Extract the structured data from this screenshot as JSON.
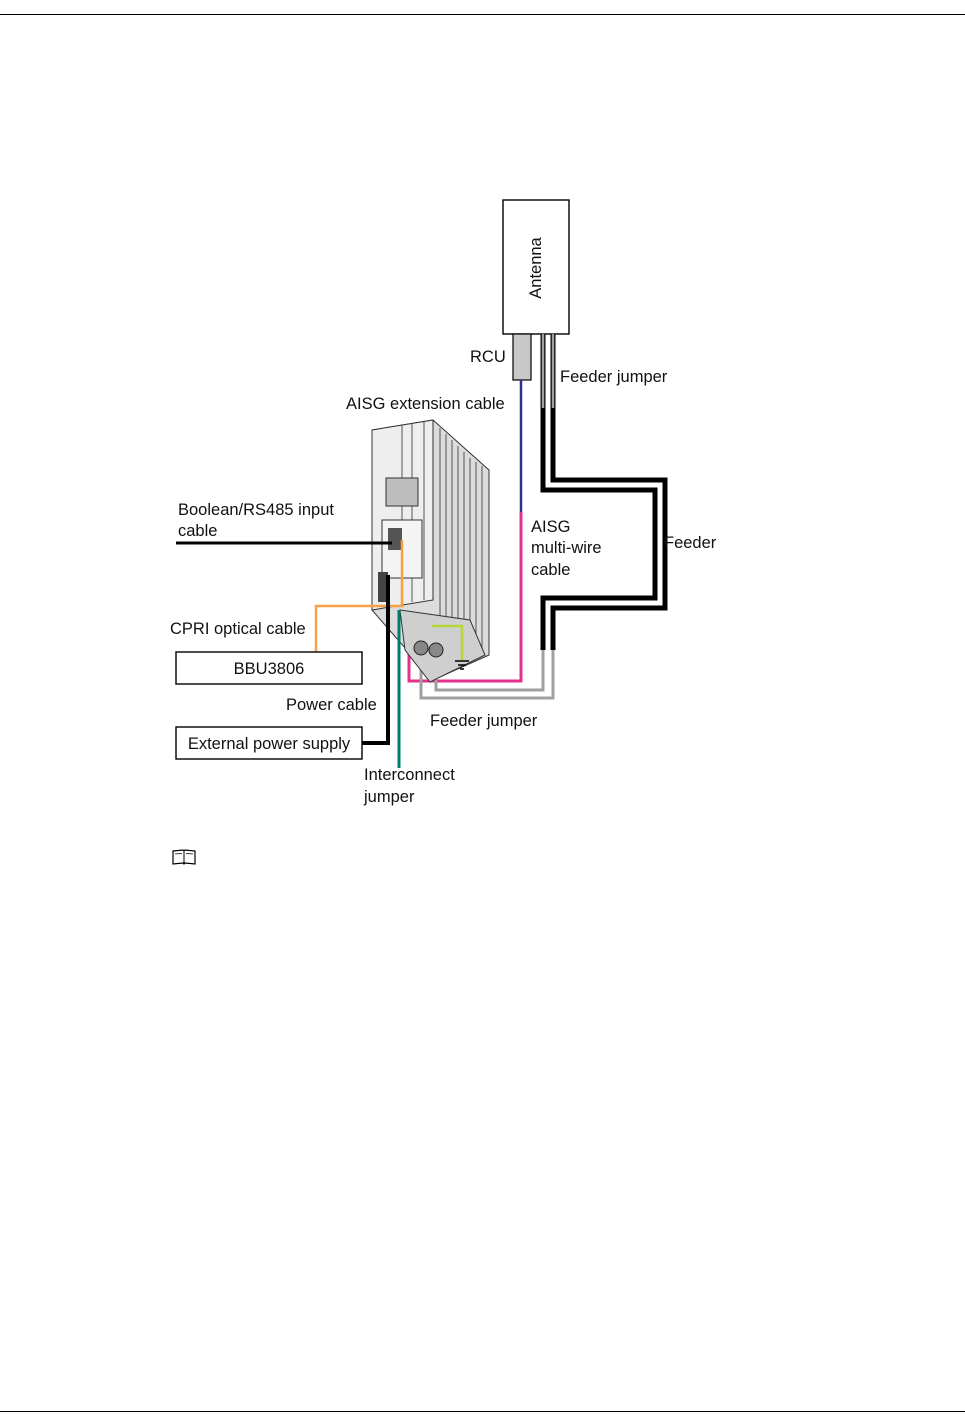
{
  "labels": {
    "antenna": "Antenna",
    "rcu": "RCU",
    "feeder_jumper_top": "Feeder jumper",
    "aisg_extension_cable": "AISG extension cable",
    "boolean_line1": "Boolean/RS485 input",
    "boolean_line2": "cable",
    "aisg_multi_1": "AISG",
    "aisg_multi_2": "multi-wire",
    "aisg_multi_3": "cable",
    "feeder": "Feeder",
    "cpri": "CPRI optical cable",
    "bbu": "BBU3806",
    "power_cable": "Power cable",
    "feeder_jumper_bottom": "Feeder jumper",
    "external_power": "External power supply",
    "interconnect_1": "Interconnect",
    "interconnect_2": "jumper"
  },
  "icons": {
    "note": "book-icon"
  },
  "colors": {
    "aisg_extension": "#2e3192",
    "aisg_multi_wire": "#e6318c",
    "cpri_optical": "#f7a144",
    "interconnect": "#007b6e",
    "feeder_jumper": "#a0a0a0",
    "ground": "#b6d63a"
  }
}
